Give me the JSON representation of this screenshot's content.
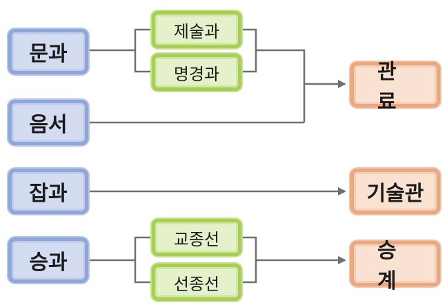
{
  "left_nodes": {
    "munkwa": "문과",
    "eumseo": "음서",
    "japkwa": "잡과",
    "seungkwa": "승과"
  },
  "middle_nodes": {
    "jesulgwa": "제술과",
    "myeonggyeonggwa": "명경과",
    "gyojongseon": "교종선",
    "seonjongseon": "선종선"
  },
  "right_nodes": {
    "gwallyo": "관료",
    "gisulgwan": "기술관",
    "seunggye": "승계"
  },
  "colors": {
    "left_fill": "#d3dcf1",
    "left_border": "#8fa6d8",
    "middle_fill": "#e5f1cb",
    "middle_border": "#a7cf55",
    "right_fill": "#fae2d2",
    "right_border": "#eaa882",
    "connector": "#6f6f6f"
  }
}
